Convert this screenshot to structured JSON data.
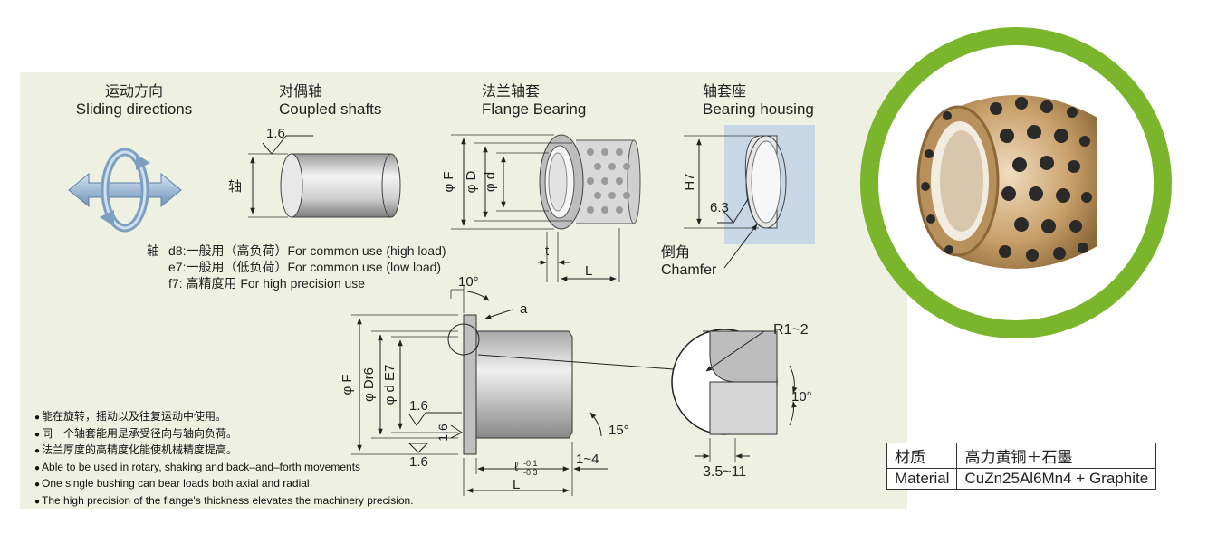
{
  "sections": {
    "sliding": {
      "cn": "运动方向",
      "en": "Sliding directions"
    },
    "shaft": {
      "cn": "对偶轴",
      "en": "Coupled shafts",
      "roughness": "1.6",
      "axis_label": "轴"
    },
    "flange": {
      "cn": "法兰轴套",
      "en": "Flange Bearing",
      "dim_F": "φ F",
      "dim_D": "φ D",
      "dim_d": "φ d",
      "dim_t": "t",
      "dim_L": "L"
    },
    "housing": {
      "cn": "轴套座",
      "en": "Bearing housing",
      "tol": "H7",
      "roughness": "6.3",
      "chamfer_cn": "倒角",
      "chamfer_en": "Chamfer"
    }
  },
  "shaft_spec": {
    "prefix": "轴",
    "rows": [
      "d8:一般用（高负荷）For common use (high load)",
      "e7:一般用（低负荷）For common use (low load)",
      "f7: 高精度用 For high precision use"
    ]
  },
  "section_drawing": {
    "angle_top": "10°",
    "label_a": "a",
    "dim_F": "φ F",
    "dim_Dr6": "φ Dr6",
    "dim_dE7": "φ d E7",
    "roughness_in": "1.6",
    "roughness_face": "1.6",
    "roughness_bottom": "1.6",
    "angle_chamfer": "15°",
    "len_range": "1~4",
    "len_L": "L",
    "len_l": "ℓ",
    "tol_upper": "-0.1",
    "tol_lower": "-0.3"
  },
  "detail": {
    "radius": "R1~2",
    "angle": "10°",
    "width": "3.5~11"
  },
  "notes": [
    "能在旋转，摇动以及往复运动中使用。",
    "同一个轴套能用是承受径向与轴向负荷。",
    "法兰厚度的高精度化能使机械精度提高。",
    "Able to be used in rotary, shaking and back–and–forth movements",
    "One single bushing can bear loads both axial and radial",
    "The high precision of the flange's thickness elevates the machinery precision."
  ],
  "material_table": [
    {
      "label": "材质",
      "value": "高力黄铜＋石墨"
    },
    {
      "label": "Material",
      "value": "CuZn25Al6Mn4 + Graphite"
    }
  ],
  "colors": {
    "panel": "#eef1e2",
    "ring": "#7ab52c",
    "bronze": "#c9a06a",
    "graphite": "#2a2a28"
  }
}
